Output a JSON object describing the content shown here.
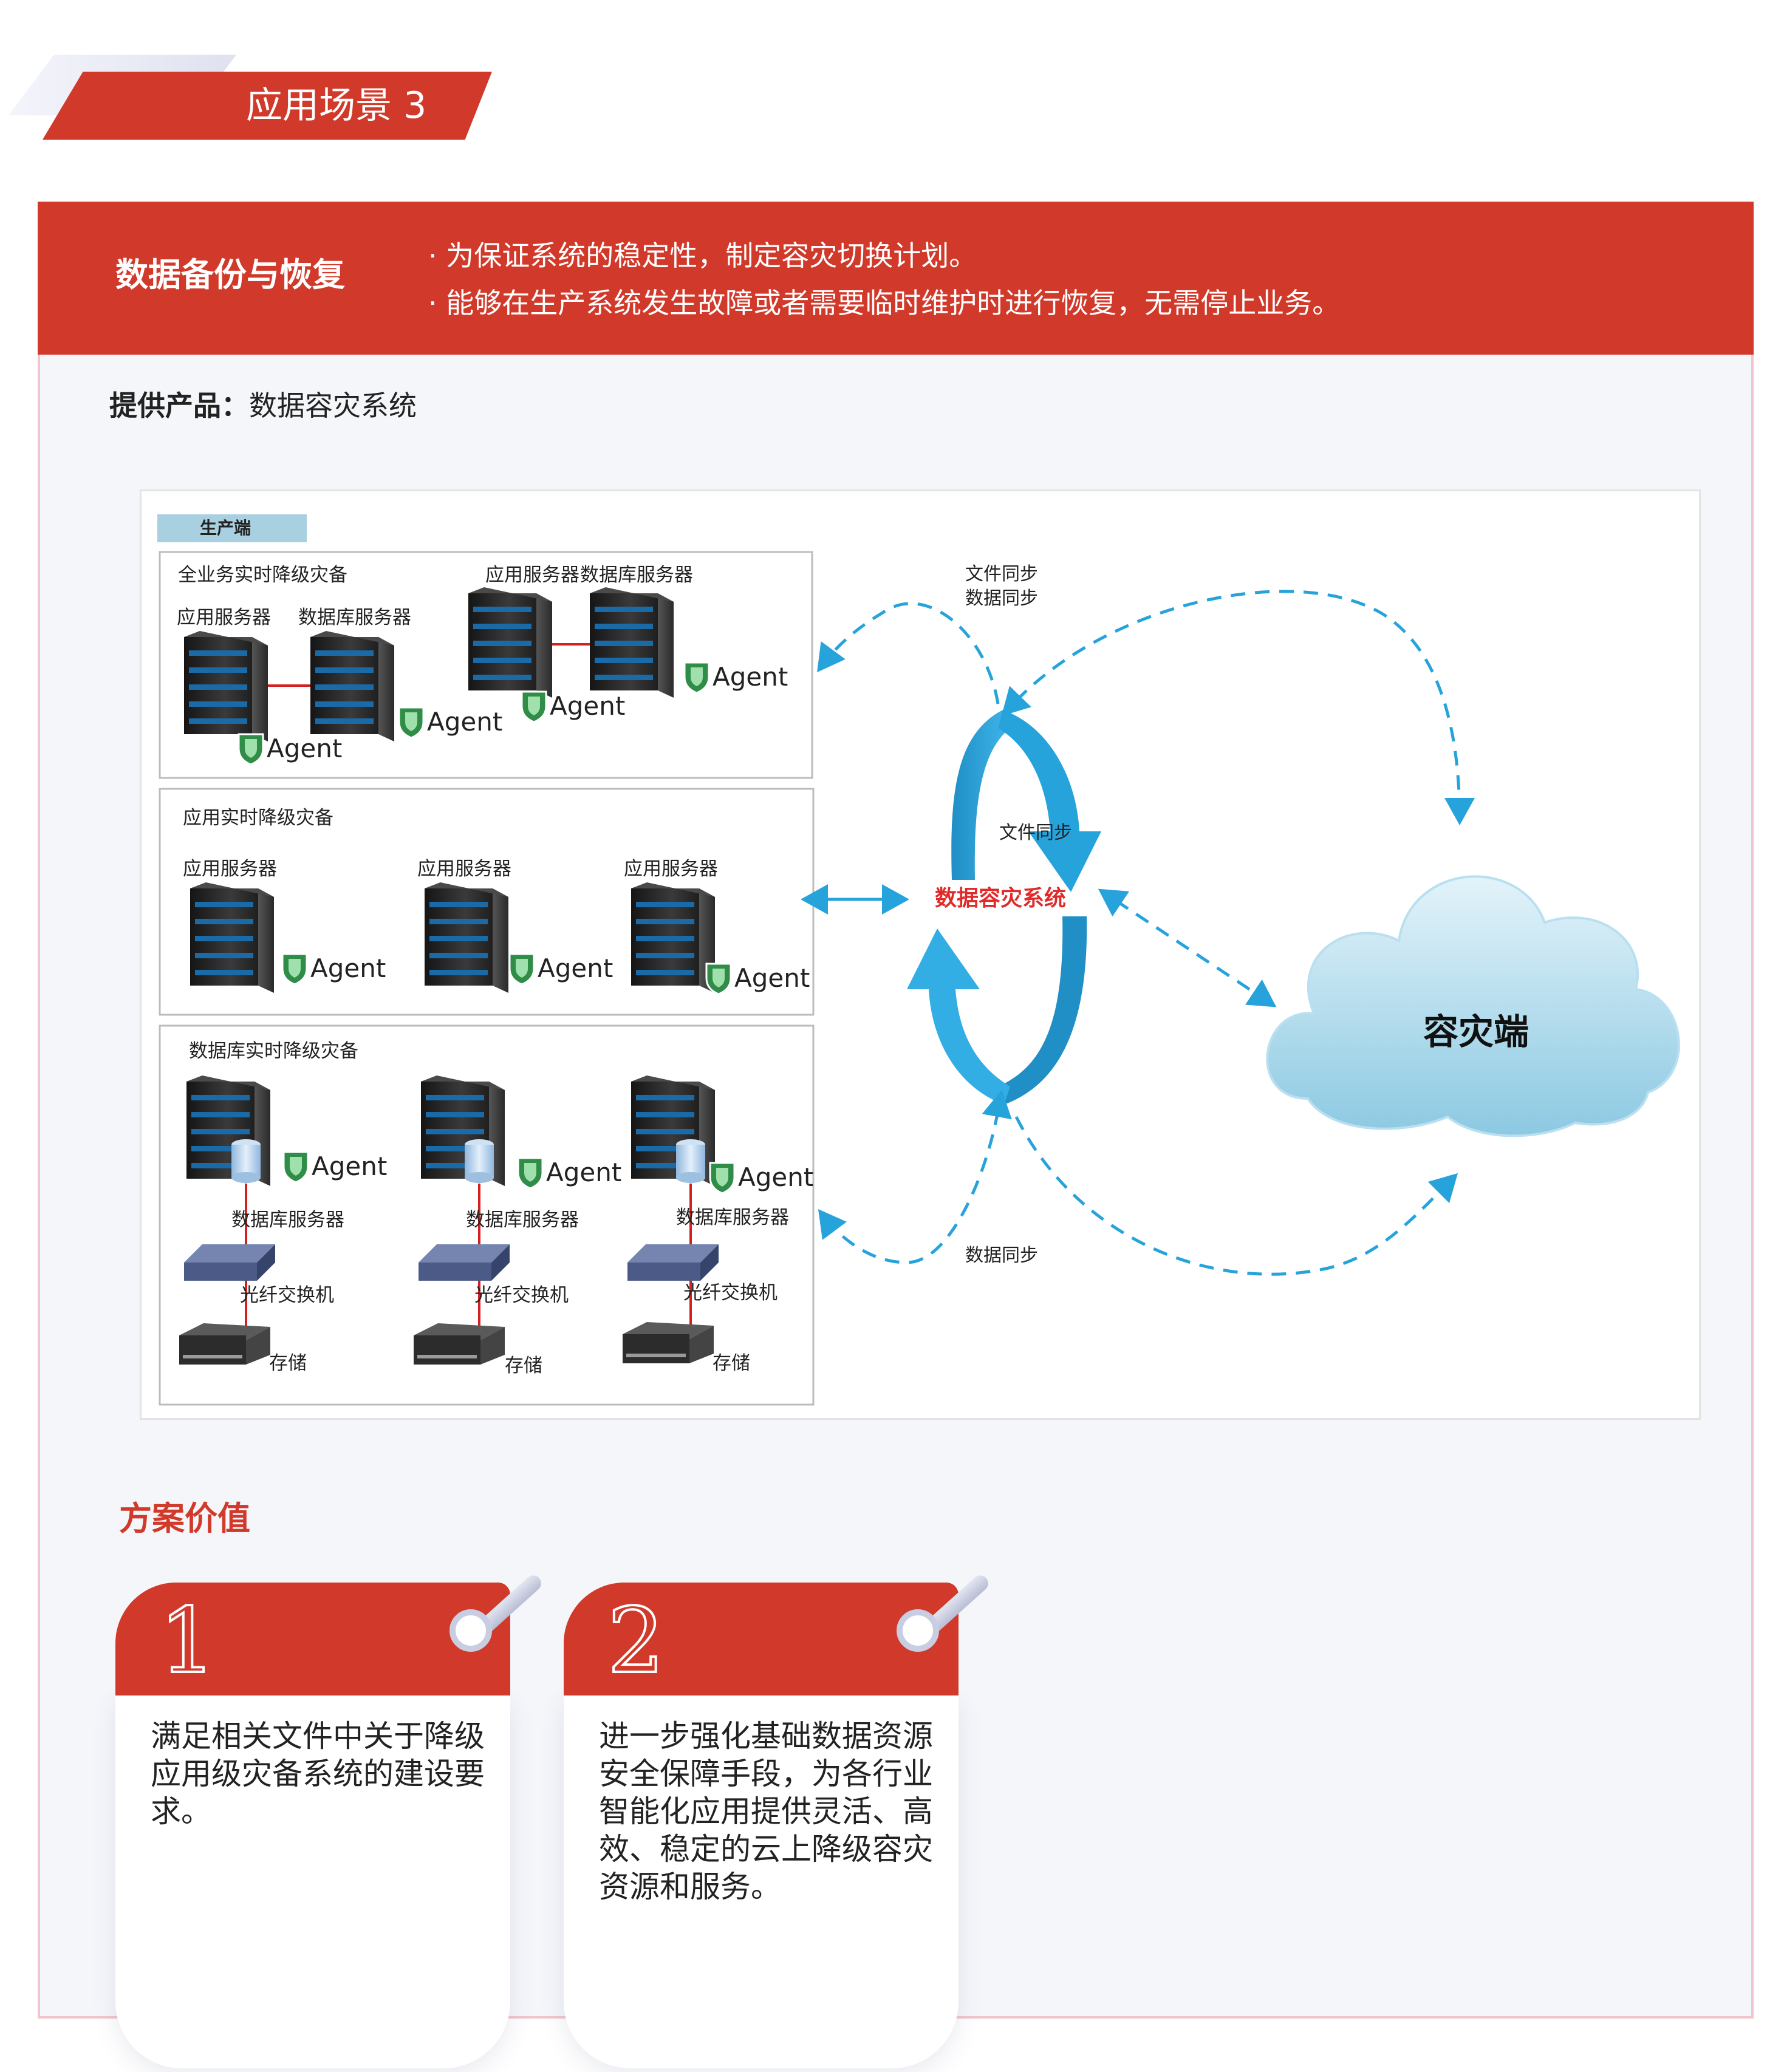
{
  "section_tag": "应用场景 3",
  "banner": {
    "title": "数据备份与恢复",
    "bullets": [
      "· 为保证系统的稳定性，制定容灾切换计划。",
      "· 能够在生产系统发生故障或者需要临时维护时进行恢复，无需停止业务。"
    ]
  },
  "product": {
    "label": "提供产品：",
    "value": "数据容灾系统"
  },
  "diagram": {
    "production_label": "生产端",
    "groups": [
      {
        "title": "全业务实时降级灾备",
        "labels": [
          "应用服务器",
          "数据库服务器",
          "应用服务器",
          "数据库服务器"
        ]
      },
      {
        "title": "应用实时降级灾备",
        "labels": [
          "应用服务器",
          "应用服务器",
          "应用服务器"
        ]
      },
      {
        "title": "数据库实时降级灾备",
        "db_label": "数据库服务器",
        "switch_label": "光纤交换机",
        "storage_label": "存储"
      }
    ],
    "agent_label": "Agent",
    "sync_top": [
      "文件同步",
      "数据同步"
    ],
    "sync_mid": "文件同步",
    "sync_bottom": "数据同步",
    "center_label": "数据容灾系统",
    "cloud_label": "容灾端"
  },
  "value_title": "方案价值",
  "cards": [
    {
      "number": "1",
      "text": "满足相关文件中关于降级应用级灾备系统的建设要求。"
    },
    {
      "number": "2",
      "text": "进一步强化基础数据资源安全保障手段，为各行业智能化应用提供灵活、高效、稳定的云上降级容灾资源和服务。"
    }
  ],
  "colors": {
    "accent": "#d13a2b",
    "flow_blue": "#27a3dc",
    "panel_bg": "#f4f6fa"
  }
}
